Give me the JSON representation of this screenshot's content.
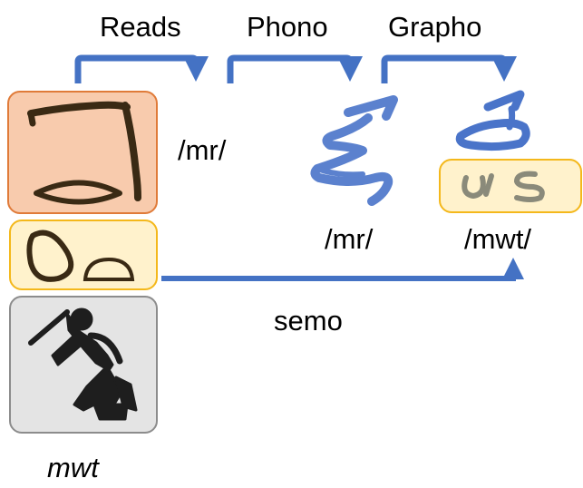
{
  "arrow_labels": {
    "reads": "Reads",
    "phono": "Phono",
    "grapho": "Grapho",
    "semo": "semo"
  },
  "readings": {
    "first": "/mr/",
    "second": "/mr/",
    "third": "/mwt/"
  },
  "word": "mwt",
  "colors": {
    "arrow": "#4472c4",
    "arrow_outline": "#2f528f",
    "box_orange_fill": "#f8cbad",
    "box_orange_border": "#e07b39",
    "box_yellow_fill": "#fff2cc",
    "box_yellow_border": "#f4b81b",
    "box_gray_fill": "#e4e4e4",
    "box_gray_border": "#8c8c8c",
    "hieratic_ink": "#4a74c9",
    "glyph_ink": "#3a2a14"
  },
  "icons": {
    "top_sign": "hoe-sign-icon",
    "mid_signs": "egg-and-bread-signs-icon",
    "bot_sign": "striking-man-determinative-icon",
    "hieratic_mr": "hieratic-mr-icon",
    "hieratic_mwt": "hieratic-mwt-icon"
  }
}
